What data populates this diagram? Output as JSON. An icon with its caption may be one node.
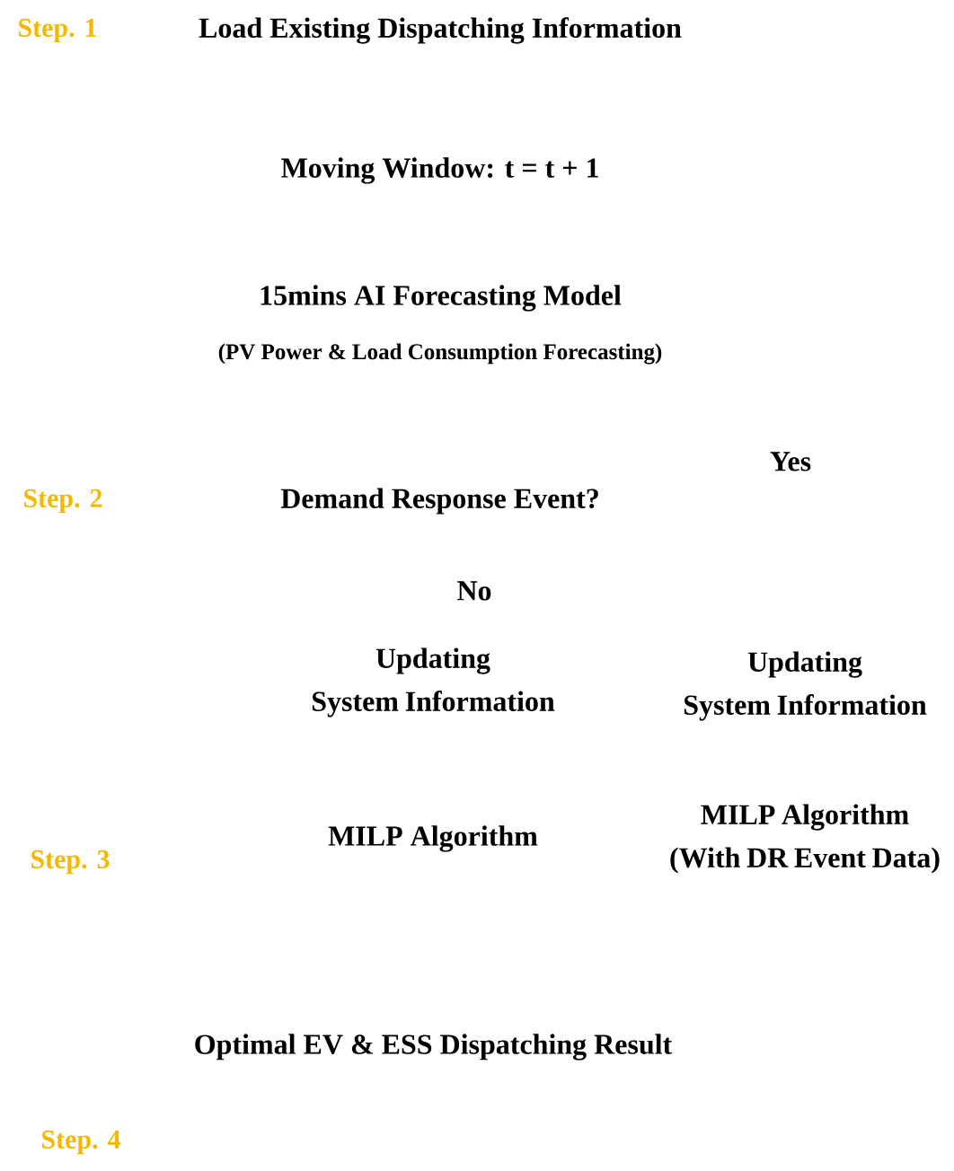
{
  "diagram": {
    "labels": [
      "Step. 1",
      "Load Existing Dispatching Information",
      "Moving Window: t = t + 1",
      "15mins AI Forecasting Model",
      "(PV Power & Load Consumption Forecasting)",
      "Yes",
      "Step. 2",
      "Demand Response Event?",
      "No",
      "Updating System Information",
      "Updating System Information",
      "MILP Algorithm",
      "MILP Algorithm (With DR Event Data)",
      "Step. 3",
      "Optimal EV & ESS Dispatching Result",
      "Step. 4"
    ]
  }
}
